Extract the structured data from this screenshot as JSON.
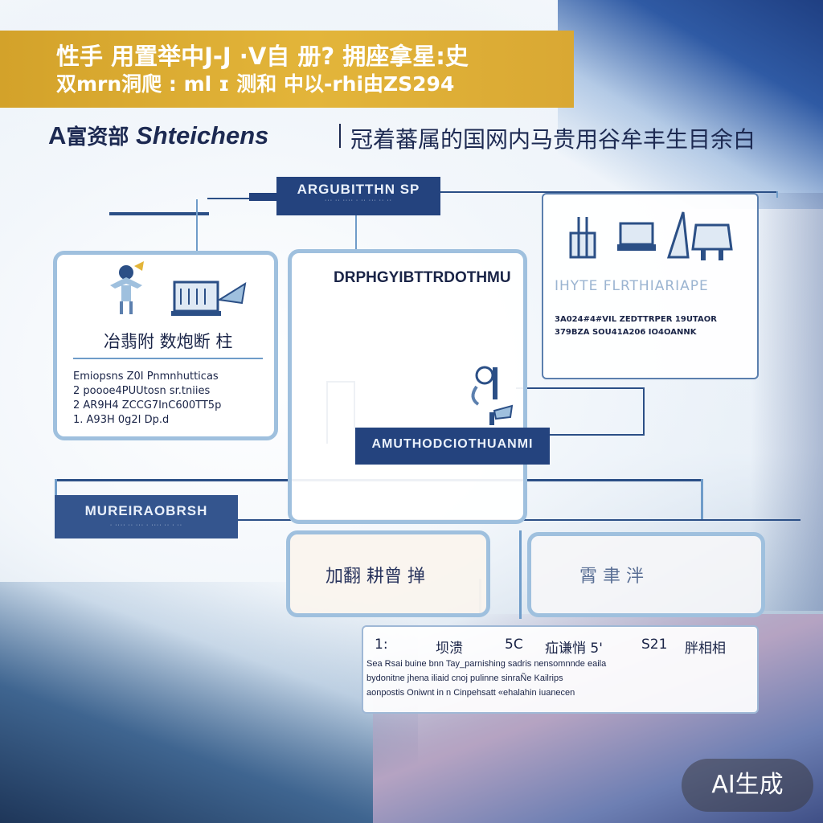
{
  "banner": {
    "line1": "性手 用置举中J-J ·V自 册?  拥座拿星:史",
    "line2": "双mrn洞爬 : ml ɪ 测和 中以-rhi由ZS294"
  },
  "brand": {
    "prefix": "A",
    "name_cjk": "富资部",
    "name": "Shteichens",
    "subtitle": "冠着蕃属的国网内马贵用谷牟丰生目余白"
  },
  "top_tag": {
    "title": "ARGUBITTHN SP",
    "sub": "··· ·· ···· · ·· ··· ·· ··"
  },
  "left_card": {
    "heading": "冶翡附  数炮断  柱",
    "lines": [
      "Emiopsns  Z0I  Pnmnhutticas",
      "2  poooe4PUUtosn  sr.tniies",
      "2  AR9H4  ZCCG7InC600TT5p",
      "1.  A93H  0g2I  Dp.d"
    ]
  },
  "center_card": {
    "heading": "DRPHGYIBTTRDOTHMU"
  },
  "right_card": {
    "heading": "IHYTE  FLRTHIARIAPE",
    "line1": "3A024#4#VIL  ZEDTTRPER  19UTAOR",
    "line2": "379BZA  SOU41A206  IO4OANNK"
  },
  "center_tag": {
    "title": "AMUTHODCIOTHUANMI"
  },
  "left_tag": {
    "title": "MUREIRAOBRSH",
    "sub": "· ···· ·· ··· · ···· ·· · ··"
  },
  "lower_left_box": {
    "text": "加翻  耕曾  掸"
  },
  "lower_right_box": {
    "text": "霄    聿    泮"
  },
  "bottom_card": {
    "header": [
      "1:",
      "坝溃",
      "5C",
      "疝谦悄 5'",
      "S21",
      "胖相相"
    ],
    "lines": [
      "Sea  Rsai  buine  bnn  Tay_parnishing  sadris  nensomnnde  eaila",
      "bydonitne  jhena  iliaid  cnoj  pulinne  sinraÑe  Kailrips",
      "aonpostis  Oniwnt  in  n  Cinpehsatt  «ehalahin  iuanecen"
    ]
  },
  "watermark": {
    "label": "AI生成"
  },
  "colors": {
    "banner": "#e0b035",
    "navy": "#24437e",
    "border_light": "#9fc0de",
    "text_dark": "#1a2447"
  }
}
